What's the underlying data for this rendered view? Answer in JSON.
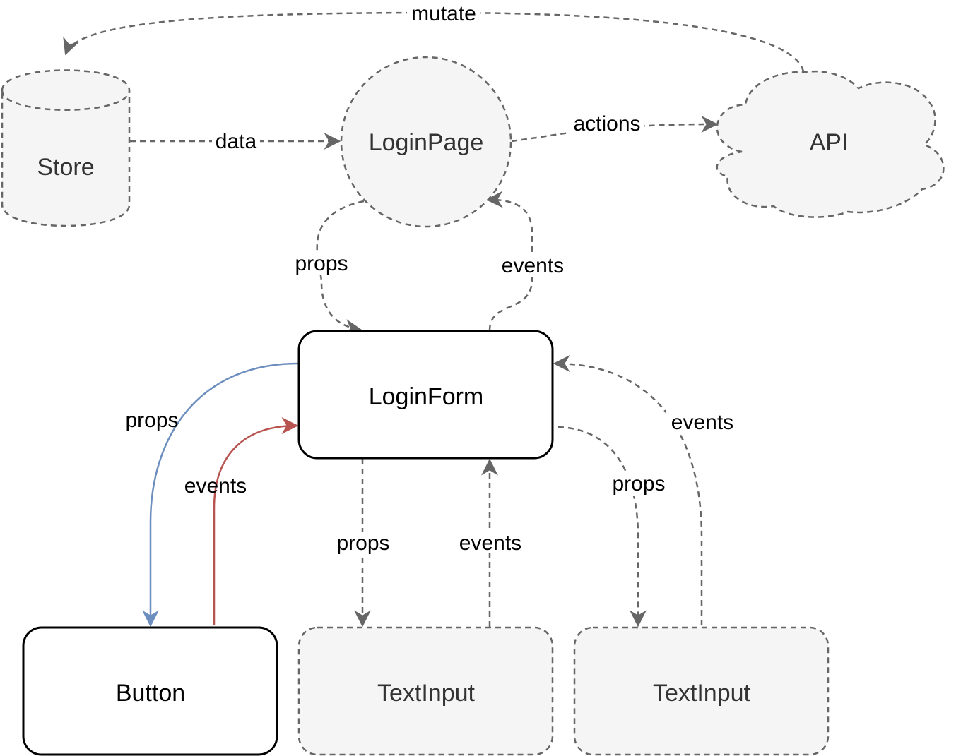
{
  "nodes": {
    "store": "Store",
    "login_page": "LoginPage",
    "api": "API",
    "login_form": "LoginForm",
    "button": "Button",
    "text_input_1": "TextInput",
    "text_input_2": "TextInput"
  },
  "edges": {
    "mutate": "mutate",
    "data": "data",
    "actions": "actions",
    "page_props": "props",
    "page_events": "events",
    "button_props": "props",
    "button_events": "events",
    "input1_props": "props",
    "input1_events": "events",
    "input2_props": "props",
    "input2_events": "events"
  },
  "colors": {
    "dashed": "#666666",
    "props_blue": "#6c8ebf",
    "events_red": "#b85450",
    "shape_fill": "#f5f5f5"
  }
}
